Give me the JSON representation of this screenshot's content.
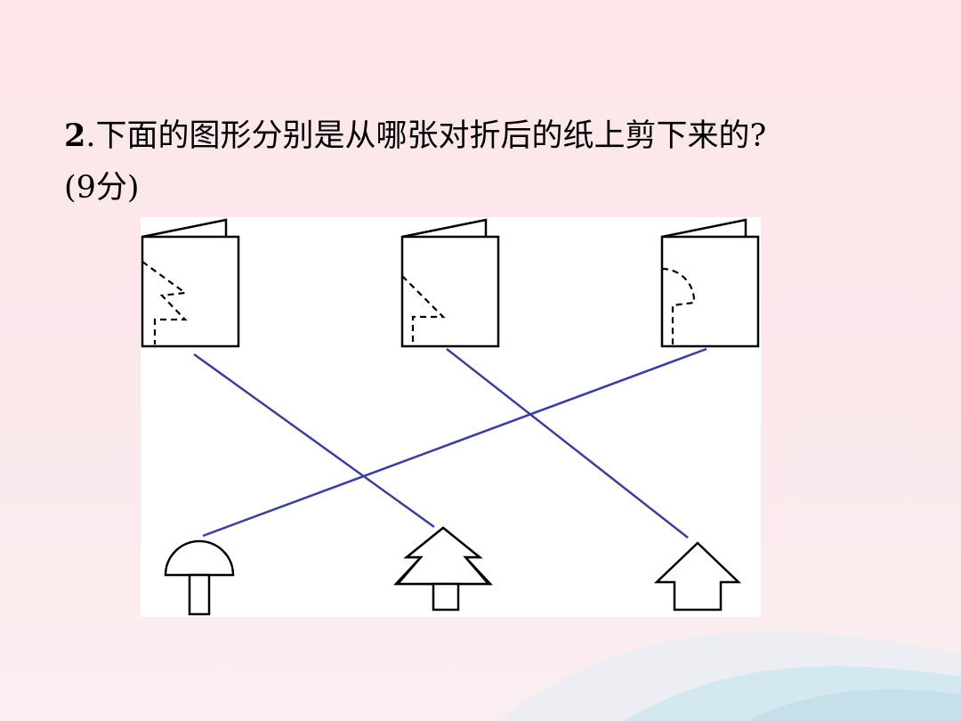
{
  "question": {
    "number": "2",
    "text": ".下面的图形分别是从哪张对折后的纸上剪下来的?",
    "score": "(9分)"
  },
  "colors": {
    "background": "#fde6ea",
    "answer_line": "#3a3f9c",
    "wave": "#d3e8ef"
  },
  "matches": [
    {
      "folded_paper": "folded-paper-1",
      "shape": "tree-shape"
    },
    {
      "folded_paper": "folded-paper-2",
      "shape": "arrow-shape"
    },
    {
      "folded_paper": "folded-paper-3",
      "shape": "mushroom-shape"
    }
  ]
}
